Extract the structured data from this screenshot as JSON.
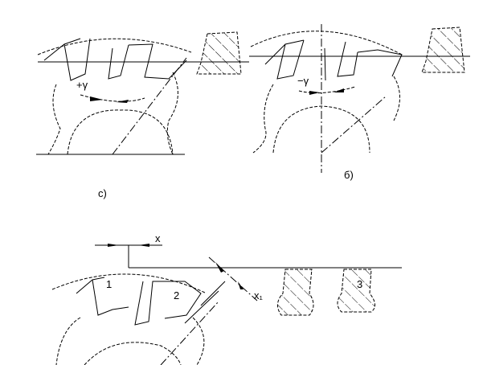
{
  "figure_a": {
    "label": "c)",
    "angle_label": "+γ"
  },
  "figure_b": {
    "label": "б)",
    "angle_label": "−γ"
  },
  "figure_c": {
    "offset_label": "x",
    "offset2_label": "x₁",
    "tooth_labels": [
      "1",
      "2",
      "3"
    ]
  },
  "colors": {
    "ink": "#000000",
    "background": "#ffffff"
  }
}
